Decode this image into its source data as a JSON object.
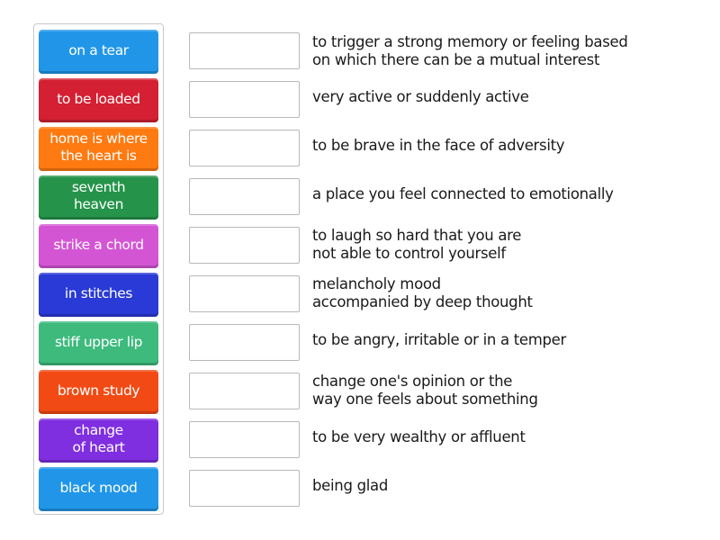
{
  "activity": {
    "type": "match-up",
    "tiles": [
      {
        "label": "on a tear",
        "color": "#2196e8"
      },
      {
        "label": "to be loaded",
        "color": "#d42032"
      },
      {
        "label": "home is where\nthe heart is",
        "color": "#ff7a10"
      },
      {
        "label": "seventh\nheaven",
        "color": "#25944a"
      },
      {
        "label": "strike a chord",
        "color": "#d455d4"
      },
      {
        "label": "in stitches",
        "color": "#2a3ad6"
      },
      {
        "label": "stiff upper lip",
        "color": "#3dba7c"
      },
      {
        "label": "brown study",
        "color": "#f24a14"
      },
      {
        "label": "change\nof heart",
        "color": "#7f2ee0"
      },
      {
        "label": "black mood",
        "color": "#2196e8"
      }
    ],
    "definitions": [
      {
        "text": "to trigger a strong memory or feeling based\non which there can be a mutual interest"
      },
      {
        "text": "very active or suddenly active"
      },
      {
        "text": "to be brave in the face of adversity"
      },
      {
        "text": "a place you feel connected to emotionally"
      },
      {
        "text": "to laugh so hard that you are\nnot able to control yourself"
      },
      {
        "text": "melancholy mood\naccompanied by deep thought"
      },
      {
        "text": "to be angry, irritable or in a temper"
      },
      {
        "text": "change one's opinion or the\nway one feels about something"
      },
      {
        "text": "to be very wealthy or affluent"
      },
      {
        "text": "being glad"
      }
    ],
    "drop_boxes": [
      {
        "value": ""
      },
      {
        "value": ""
      },
      {
        "value": ""
      },
      {
        "value": ""
      },
      {
        "value": ""
      },
      {
        "value": ""
      },
      {
        "value": ""
      },
      {
        "value": ""
      },
      {
        "value": ""
      },
      {
        "value": ""
      }
    ]
  }
}
